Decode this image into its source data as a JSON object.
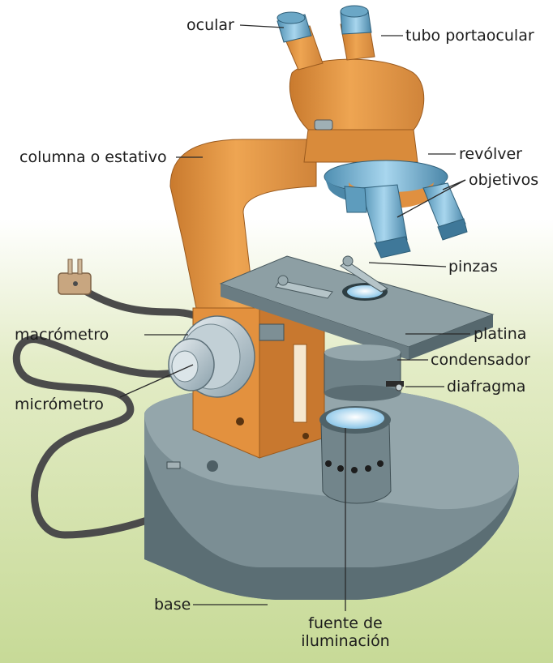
{
  "diagram": {
    "subject": "microscopio",
    "labels": {
      "ocular": "ocular",
      "tubo_portaocular": "tubo portaocular",
      "columna": "columna o estativo",
      "revolver": "revólver",
      "objetivos": "objetivos",
      "pinzas": "pinzas",
      "macrometro": "macrómetro",
      "platina": "platina",
      "condensador": "condensador",
      "diafragma": "diafragma",
      "micrometro": "micrómetro",
      "base": "base",
      "fuente_line1": "fuente de",
      "fuente_line2": "iluminación"
    },
    "colors": {
      "background_top": "#ffffff",
      "background_bottom": "#cfe0a4",
      "arm_orange": "#e79a44",
      "stage_gray": "#7d9096",
      "base_gray": "#6f8389",
      "cable": "#4a4a4a",
      "leader_line": "#2a2a2a"
    }
  }
}
